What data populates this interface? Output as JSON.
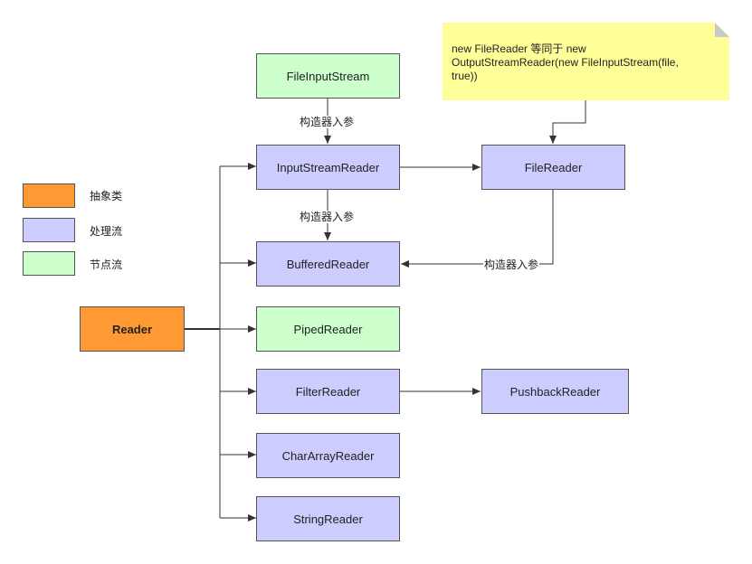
{
  "colors": {
    "abstract": "#ff9933",
    "processing_stream": "#ccccff",
    "node_stream": "#ccffcc",
    "note": "#ffff99"
  },
  "nodes": {
    "reader": "Reader",
    "file_input_stream": "FileInputStream",
    "input_stream_reader": "InputStreamReader",
    "file_reader": "FileReader",
    "buffered_reader": "BufferedReader",
    "piped_reader": "PipedReader",
    "filter_reader": "FilterReader",
    "pushback_reader": "PushbackReader",
    "char_array_reader": "CharArrayReader",
    "string_reader": "StringReader"
  },
  "edge_labels": {
    "constructor_param_1": "构造器入参",
    "constructor_param_2": "构造器入参",
    "constructor_param_3": "构造器入参"
  },
  "note": {
    "text_line1": "new FileReader 等同于 new",
    "text_line2": "OutputStreamReader(new FileInputStream(file,",
    "text_line3": "true))"
  },
  "legend": {
    "abstract_label": "抽象类",
    "processing_label": "处理流",
    "node_label": "节点流"
  }
}
